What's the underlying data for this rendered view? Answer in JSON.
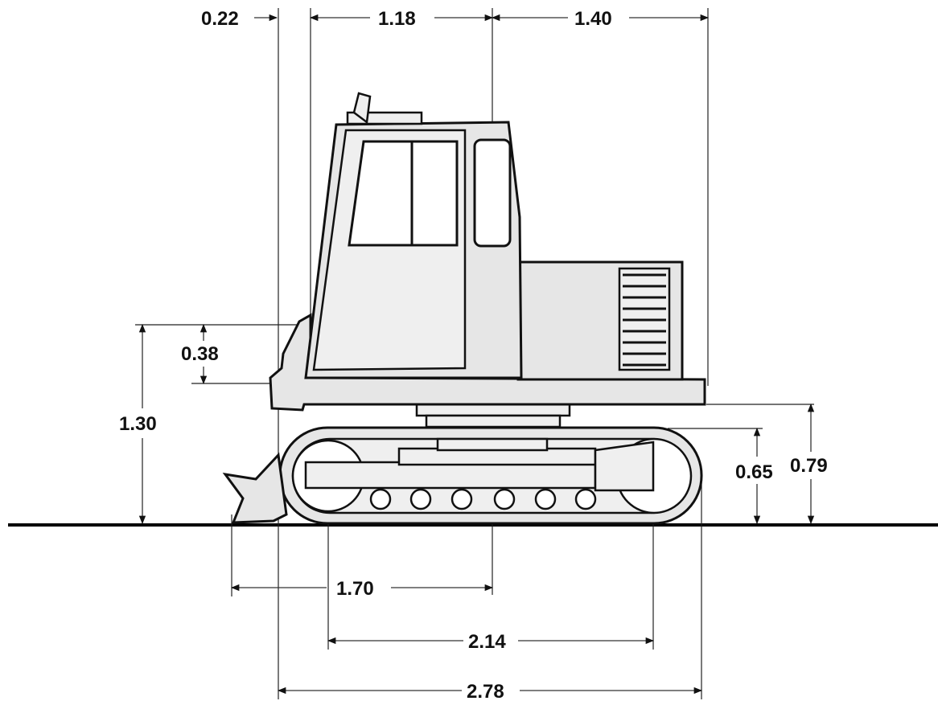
{
  "dimensions": {
    "overhang_front": "0.22",
    "cab_length": "1.18",
    "rear_length": "1.40",
    "frame_step": "0.38",
    "total_height_front": "1.30",
    "track_height": "0.65",
    "frame_height": "0.79",
    "blade_reach": "1.70",
    "track_centers": "2.14",
    "track_length": "2.78"
  },
  "colors": {
    "line": "#111111",
    "fill": "#e6e6e6",
    "background": "#ffffff"
  }
}
